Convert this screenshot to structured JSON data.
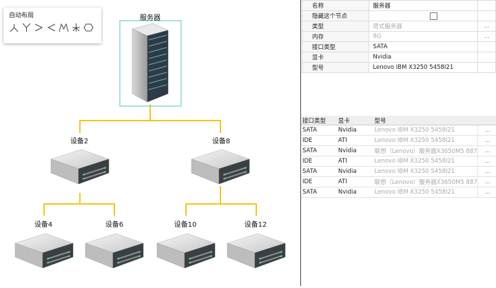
{
  "layout_panel": {
    "title": "自动布局",
    "icons": [
      "layout-tree-down-icon",
      "layout-tree-up-icon",
      "layout-tree-right-icon",
      "layout-tree-left-icon",
      "layout-hierarchical-icon",
      "layout-radial-icon",
      "layout-circle-icon"
    ]
  },
  "topology": {
    "root": {
      "label": "服务器",
      "icon": "server-rack-icon"
    },
    "level1": [
      {
        "label": "设备2"
      },
      {
        "label": "设备8"
      }
    ],
    "level2": [
      {
        "label": "设备4"
      },
      {
        "label": "设备6"
      },
      {
        "label": "设备10"
      },
      {
        "label": "设备12"
      }
    ],
    "link_color": "#f5c518",
    "selection_color": "#5bc0c0"
  },
  "properties": {
    "rows": [
      {
        "key": "名称",
        "value": "服务器",
        "muted": false,
        "button": false
      },
      {
        "key": "隐藏这个节点",
        "value": "",
        "checkbox": true,
        "checked": false,
        "button": false
      },
      {
        "key": "类型",
        "value": "塔式服务器",
        "muted": true,
        "button": true
      },
      {
        "key": "内存",
        "value": "8G",
        "muted": true,
        "button": true
      },
      {
        "key": "接口类型",
        "value": "SATA",
        "muted": false,
        "button": false
      },
      {
        "key": "显卡",
        "value": "Nvidia",
        "muted": false,
        "button": false
      },
      {
        "key": "型号",
        "value": "Lenovo IBM X3250 5458I21",
        "muted": false,
        "button": false
      }
    ],
    "button_label": "..."
  },
  "grid": {
    "columns": [
      "接口类型",
      "显卡",
      "型号"
    ],
    "rows": [
      [
        "SATA",
        "Nvidia",
        "Lenovo IBM X3250 5458I21"
      ],
      [
        "IDE",
        "ATI",
        "Lenovo IBM X3250 5458I21"
      ],
      [
        "SATA",
        "Nvidia",
        "联想（Lenovo）服务器X3650M5 887"
      ],
      [
        "IDE",
        "ATI",
        "Lenovo IBM X3250 5458I21"
      ],
      [
        "SATA",
        "Nvidia",
        "Lenovo IBM X3250 5458I21"
      ],
      [
        "IDE",
        "ATI",
        "联想（Lenovo）服务器X3650M5 887"
      ],
      [
        "SATA",
        "Nvidia",
        "Lenovo IBM X3250 5458I21"
      ]
    ],
    "button_label": "..."
  }
}
